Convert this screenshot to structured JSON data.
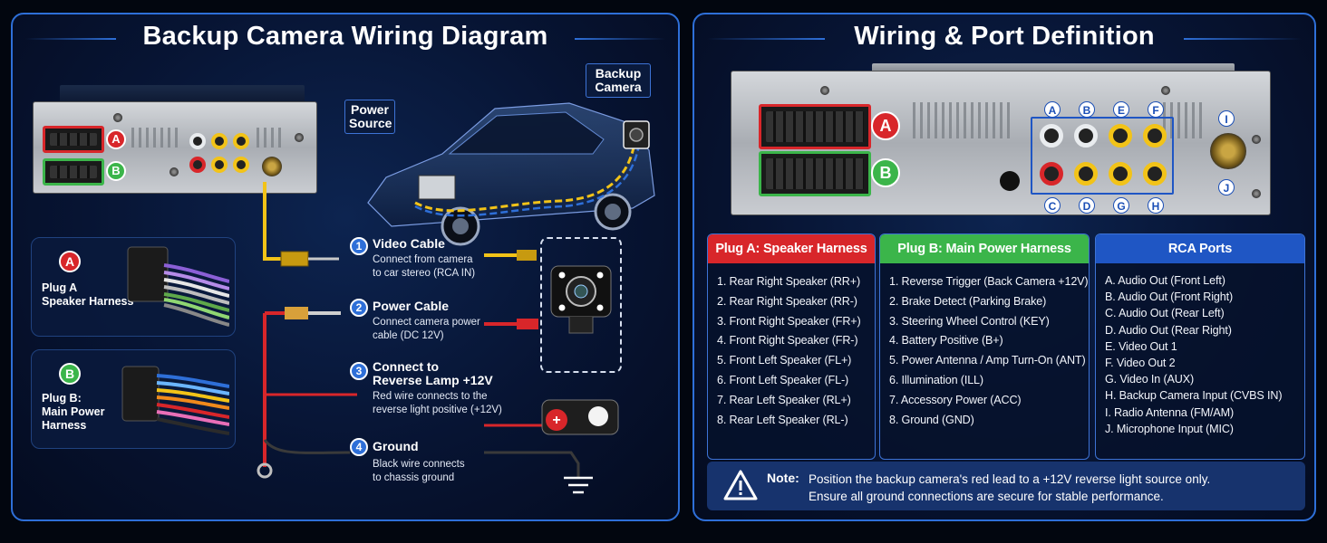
{
  "left_panel": {
    "title": "Backup Camera Wiring Diagram",
    "plug_a_badge": "A",
    "plug_b_badge": "B",
    "callout_power_source": "Power Source",
    "callout_backup_camera": "Backup Camera",
    "plug_a_card": {
      "badge": "A",
      "label_line1": "Plug A",
      "label_line2": "Speaker Harness"
    },
    "plug_b_card": {
      "badge": "B",
      "label_line1": "Plug B:",
      "label_line2": "Main Power",
      "label_line3": "Harness"
    },
    "steps": [
      {
        "num": "1",
        "title": "Video Cable",
        "desc_line1": "Connect from camera",
        "desc_line2": "to car stereo (RCA IN)"
      },
      {
        "num": "2",
        "title": "Power Cable",
        "desc_line1": "Connect camera power",
        "desc_line2": "cable (DC 12V)"
      },
      {
        "num": "3",
        "title_line1": "Connect to",
        "title_line2": "Reverse Lamp +12V",
        "desc_line1": "Red wire connects to the",
        "desc_line2": "reverse light positive (+12V)"
      },
      {
        "num": "4",
        "title": "Ground",
        "desc_line1": "Black wire connects",
        "desc_line2": "to chassis ground"
      }
    ],
    "colors": {
      "video_wire": "#f2c318",
      "power_wire": "#d8262a",
      "ground_wire": "#2b2b2b",
      "accent": "#2e6fd8"
    }
  },
  "right_panel": {
    "title": "Wiring & Port Definition",
    "plug_a_badge": "A",
    "plug_b_badge": "B",
    "port_letters_top": [
      "A",
      "B",
      "E",
      "F"
    ],
    "port_letters_bottom": [
      "C",
      "D",
      "G",
      "H"
    ],
    "port_letter_i": "I",
    "port_letter_j": "J",
    "plug_a": {
      "header": "Plug A: Speaker Harness",
      "color": "#d8262a",
      "items": [
        "1.  Rear Right Speaker (RR+)",
        "2.  Rear Right Speaker (RR-)",
        "3.  Front Right Speaker (FR+)",
        "4.  Front Right Speaker (FR-)",
        "5.  Front Left Speaker (FL+)",
        "6.  Front Left Speaker (FL-)",
        "7.  Rear Left Speaker (RL+)",
        "8.  Rear Left Speaker (RL-)"
      ]
    },
    "plug_b": {
      "header": "Plug B: Main Power Harness",
      "color": "#3bb54a",
      "items": [
        "1.  Reverse Trigger (Back Camera +12V)",
        "2.  Brake Detect (Parking Brake)",
        "3.  Steering Wheel Control (KEY)",
        "4.  Battery Positive (B+)",
        "5.  Power Antenna / Amp Turn-On (ANT)",
        "6.  Illumination (ILL)",
        "7.  Accessory Power (ACC)",
        "8.  Ground (GND)"
      ]
    },
    "rca_ports": {
      "header": "RCA Ports",
      "color": "#1f56c4",
      "items": [
        "A.   Audio Out (Front Left)",
        "B.   Audio Out (Front Right)",
        "C.   Audio Out (Rear Left)",
        "D.   Audio Out (Rear Right)",
        "E.   Video Out 1",
        "F.   Video Out 2",
        "G.   Video In (AUX)",
        "H.   Backup Camera Input (CVBS IN)",
        "I.    Radio Antenna (FM/AM)",
        "J.    Microphone Input (MIC)"
      ]
    },
    "note": {
      "label": "Note:",
      "line1": "Position the backup camera's red lead to a +12V reverse light source only.",
      "line2": "Ensure all ground connections are secure for stable performance."
    }
  }
}
